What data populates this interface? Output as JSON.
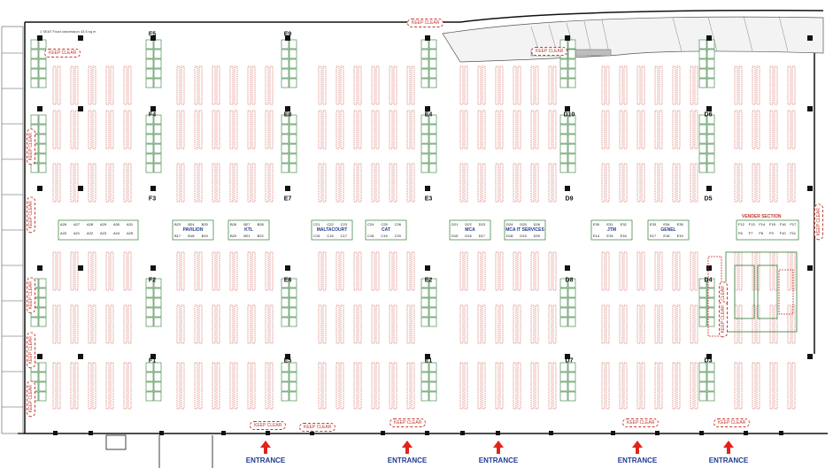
{
  "map": {
    "vendor_section": "VENDER SECTION",
    "keep_clear": "KEEP CLEAR",
    "entrance_label": "ENTRANCE",
    "note_top_left": "1 SEAT Food concession 43.6 sq m",
    "colors": {
      "booth_stroke": "#2e7d32",
      "seat_stroke": "#c0392b",
      "wall": "#111111",
      "accent_blue": "#1f3a93",
      "arrow": "#e2231a"
    }
  },
  "aisle_labels": [
    {
      "id": "F5",
      "col": 0,
      "row": 0
    },
    {
      "id": "F4",
      "col": 0,
      "row": 1
    },
    {
      "id": "F3",
      "col": 0,
      "row": 2
    },
    {
      "id": "F2",
      "col": 0,
      "row": 3
    },
    {
      "id": "F1",
      "col": 0,
      "row": 4
    },
    {
      "id": "E9",
      "col": 1,
      "row": 0
    },
    {
      "id": "E8",
      "col": 1,
      "row": 1
    },
    {
      "id": "E7",
      "col": 1,
      "row": 2
    },
    {
      "id": "E6",
      "col": 1,
      "row": 3
    },
    {
      "id": "E5",
      "col": 1,
      "row": 4
    },
    {
      "id": "E4",
      "col": 2,
      "row": 1
    },
    {
      "id": "E3",
      "col": 2,
      "row": 2
    },
    {
      "id": "E2",
      "col": 2,
      "row": 3
    },
    {
      "id": "E1",
      "col": 2,
      "row": 4
    },
    {
      "id": "D10",
      "col": 3,
      "row": 1
    },
    {
      "id": "D9",
      "col": 3,
      "row": 2
    },
    {
      "id": "D8",
      "col": 3,
      "row": 3
    },
    {
      "id": "D7",
      "col": 3,
      "row": 4
    },
    {
      "id": "D6",
      "col": 4,
      "row": 1
    },
    {
      "id": "D5",
      "col": 4,
      "row": 2
    },
    {
      "id": "D4",
      "col": 4,
      "row": 3
    },
    {
      "id": "D3",
      "col": 4,
      "row": 4
    }
  ],
  "zones": [
    {
      "name": "PAVILION",
      "codes": [
        "B23",
        "B24",
        "B25",
        "B17",
        "B18",
        "B19"
      ]
    },
    {
      "name": "KTL",
      "codes": [
        "B26",
        "B27",
        "B28",
        "B20",
        "B21",
        "B22"
      ]
    },
    {
      "name": "MALTACOURT",
      "codes": [
        "C21",
        "C22",
        "C23",
        "C15",
        "C16",
        "C17"
      ]
    },
    {
      "name": "CAT",
      "codes": [
        "C24",
        "C25",
        "C26",
        "C18",
        "C19",
        "C20"
      ]
    },
    {
      "name": "MCA",
      "codes": [
        "D21",
        "D22",
        "D23",
        "D15",
        "D16",
        "D17"
      ]
    },
    {
      "name": "MCA IT SERVICES",
      "codes": [
        "D24",
        "D25",
        "D26",
        "D18",
        "D19",
        "D20"
      ]
    },
    {
      "name": "JTM",
      "codes": [
        "E30",
        "E31",
        "E32",
        "E14",
        "E15",
        "E16"
      ]
    },
    {
      "name": "GENEL",
      "codes": [
        "E33",
        "E34",
        "E35",
        "E17",
        "E18",
        "E19"
      ]
    }
  ],
  "left_block_codes": [
    "A26",
    "A27",
    "A28",
    "A29",
    "A30",
    "A31",
    "A20",
    "A21",
    "A22",
    "A23",
    "A24",
    "A25"
  ],
  "vendor_codes": [
    "F12",
    "F13",
    "F14",
    "F15",
    "F16",
    "F17",
    "F6",
    "F7",
    "F8",
    "F9",
    "F10",
    "F11"
  ],
  "entrances": 5
}
